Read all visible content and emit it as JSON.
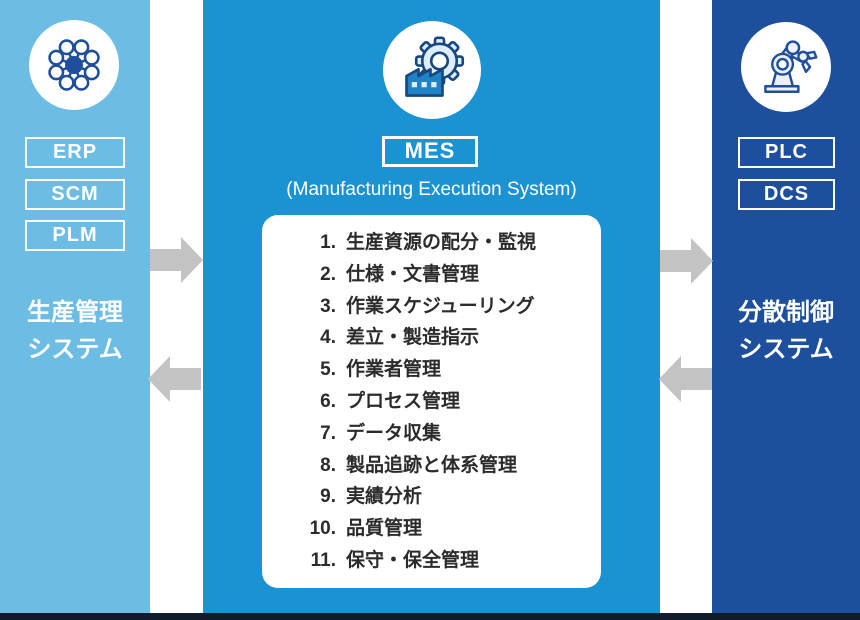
{
  "left_column": {
    "system_tags": [
      "ERP",
      "SCM",
      "PLM"
    ],
    "title_lines": [
      "生産管理",
      "システム"
    ]
  },
  "center_column": {
    "label": "MES",
    "subtitle": "(Manufacturing Execution System)",
    "functions": [
      {
        "number": "1.",
        "label": "生産資源の配分・監視"
      },
      {
        "number": "2.",
        "label": "仕様・文書管理"
      },
      {
        "number": "3.",
        "label": "作業スケジューリング"
      },
      {
        "number": "4.",
        "label": "差立・製造指示"
      },
      {
        "number": "5.",
        "label": "作業者管理"
      },
      {
        "number": "6.",
        "label": "プロセス管理"
      },
      {
        "number": "7.",
        "label": "データ収集"
      },
      {
        "number": "8.",
        "label": "製品追跡と体系管理"
      },
      {
        "number": "9.",
        "label": "実績分析"
      },
      {
        "number": "10.",
        "label": "品質管理"
      },
      {
        "number": "11.",
        "label": "保守・保全管理"
      }
    ]
  },
  "right_column": {
    "system_tags": [
      "PLC",
      "DCS"
    ],
    "title_lines": [
      "分散制御",
      "システム"
    ]
  },
  "icons": {
    "left": "network-hub-icon",
    "center": "gear-factory-icon",
    "right": "robot-arm-icon"
  },
  "colors": {
    "left_column_bg": "#6cbce4",
    "center_column_bg": "#1b93d2",
    "right_column_bg": "#1d4f9c",
    "arrow_gray": "#c3c3c3",
    "bottom_bar": "#101b2b",
    "icon_blue": "#1e4e9c",
    "list_text": "#2b2b2b"
  }
}
